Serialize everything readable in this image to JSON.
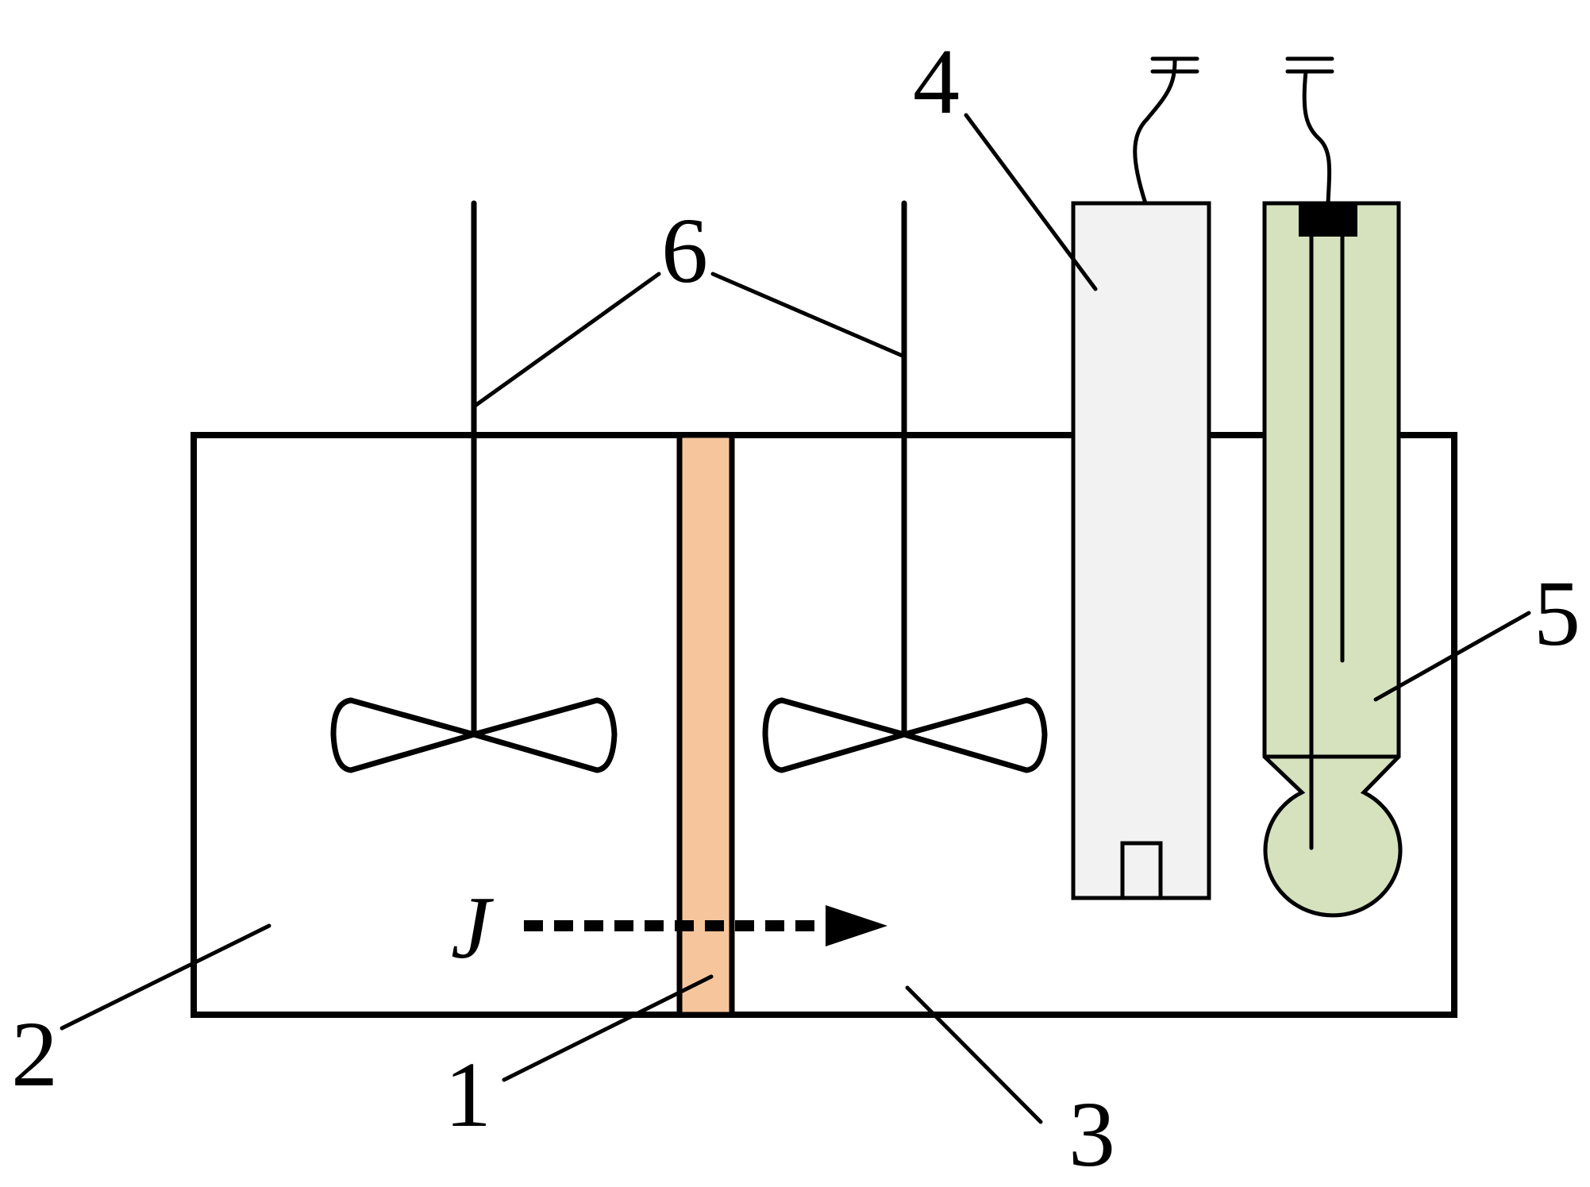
{
  "labels": {
    "membrane": "1",
    "left_compartment": "2",
    "right_compartment": "3",
    "conductivity_probe": "4",
    "ph_electrode": "5",
    "stirrers": "6",
    "flux": "J"
  },
  "colors": {
    "membrane_fill": "#F7C59C",
    "conductivity_probe_fill": "#F2F2F2",
    "ph_electrode_fill": "#D6E2BE",
    "outline": "#000000",
    "background": "#FFFFFF"
  },
  "icons": {
    "stirrer": "propeller-stirrer-icon",
    "ground": "ground-symbol-icon",
    "flux_arrow": "dashed-arrow-icon"
  }
}
